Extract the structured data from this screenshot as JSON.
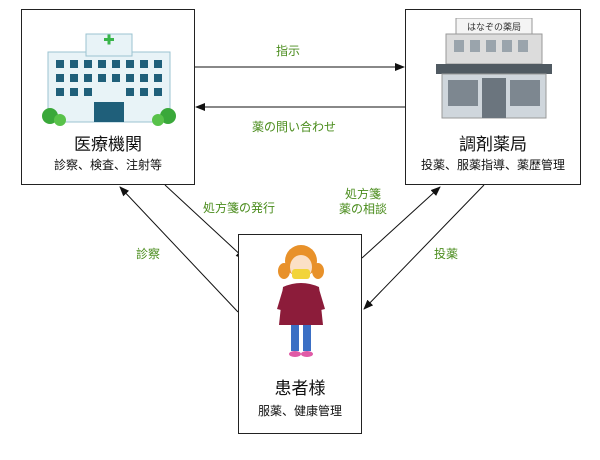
{
  "nodes": {
    "medical": {
      "title": "医療機関",
      "subtitle": "診察、検査、注射等"
    },
    "pharmacy": {
      "title": "調剤薬局",
      "subtitle": "投薬、服薬指導、薬歴管理",
      "sign": "はなぞの薬局"
    },
    "patient": {
      "title": "患者様",
      "subtitle": "服薬、健康管理"
    }
  },
  "edges": {
    "instruction": "指示",
    "inquiry": "薬の問い合わせ",
    "prescription_issue": "処方箋の発行",
    "consult_line1": "処方箋",
    "consult_line2": "薬の相談",
    "examination": "診察",
    "dispensing": "投薬"
  },
  "colors": {
    "label_green": "#4a8c1c",
    "border": "#222222",
    "hospital_building": "#e8f3f7",
    "window_blue": "#1f5f7a",
    "cross_green": "#39b54a",
    "patient_coat": "#8c1c3a",
    "patient_hair": "#e8912a",
    "patient_mask": "#f2d43a",
    "patient_pants": "#3b6fc4"
  },
  "icons": [
    "hospital-icon",
    "pharmacy-icon",
    "patient-icon"
  ]
}
